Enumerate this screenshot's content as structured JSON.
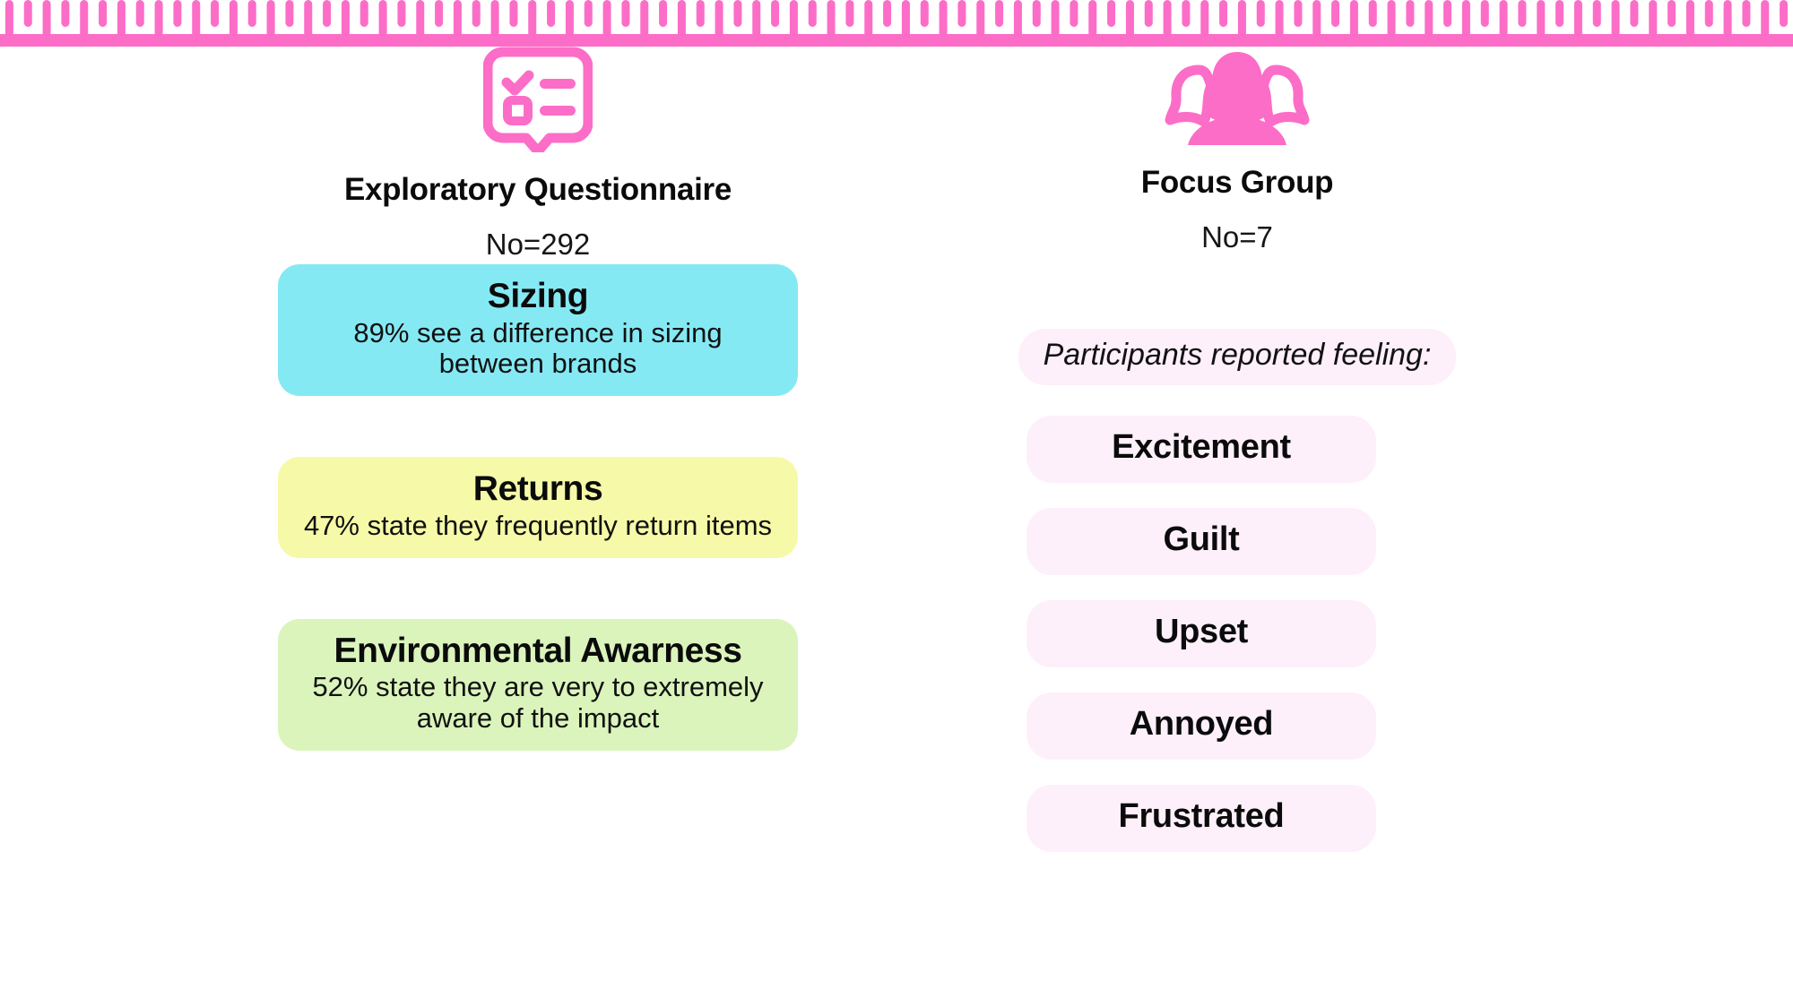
{
  "theme": {
    "accent_pink": "#fc6dc8",
    "pale_pink": "#fdf0fa",
    "card_cyan": "#85e9f4",
    "card_yellow": "#f6faa8",
    "card_green": "#dbf4bc",
    "background": "#ffffff",
    "text": "#0b0b0b"
  },
  "decoration": {
    "ruler": {
      "icon": "ruler-strip",
      "tick_count": 96,
      "color": "#fc6dc8"
    }
  },
  "columns": {
    "left": {
      "icon": "questionnaire-bubble-icon",
      "title": "Exploratory Questionnaire",
      "subtitle": "No=292",
      "cards": [
        {
          "id": "sizing",
          "title": "Sizing",
          "description": "89% see a difference in sizing between brands",
          "color": "#85e9f4",
          "stat_value": "89%"
        },
        {
          "id": "returns",
          "title": "Returns",
          "description": "47% state they frequently return items",
          "color": "#f6faa8",
          "stat_value": "47%"
        },
        {
          "id": "environmental-awarness",
          "title": "Environmental Awarness",
          "description": "52% state they are very to extremely aware of the impact",
          "color": "#dbf4bc",
          "stat_value": "52%"
        }
      ]
    },
    "right": {
      "icon": "focus-group-people-icon",
      "title": "Focus Group",
      "subtitle": "No=7",
      "lead_label": "Participants reported feeling:",
      "emotions": [
        {
          "label": "Excitement"
        },
        {
          "label": "Guilt"
        },
        {
          "label": "Upset"
        },
        {
          "label": "Annoyed"
        },
        {
          "label": "Frustrated"
        }
      ]
    }
  },
  "chart_data": {
    "type": "table",
    "title": "Exploratory Questionnaire and Focus Group findings",
    "groups": [
      {
        "name": "Exploratory Questionnaire",
        "sample_size": 292,
        "categories": [
          "Sizing",
          "Returns",
          "Environmental Awarness"
        ],
        "values": [
          89,
          47,
          52
        ],
        "unit": "%",
        "notes": [
          "89% see a difference in sizing between brands",
          "47% state they frequently return items",
          "52% state they are very to extremely aware of the impact"
        ]
      },
      {
        "name": "Focus Group",
        "sample_size": 7,
        "categories": [
          "Excitement",
          "Guilt",
          "Upset",
          "Annoyed",
          "Frustrated"
        ],
        "values": [
          null,
          null,
          null,
          null,
          null
        ],
        "notes": [
          "Participants reported feeling:"
        ]
      }
    ]
  }
}
